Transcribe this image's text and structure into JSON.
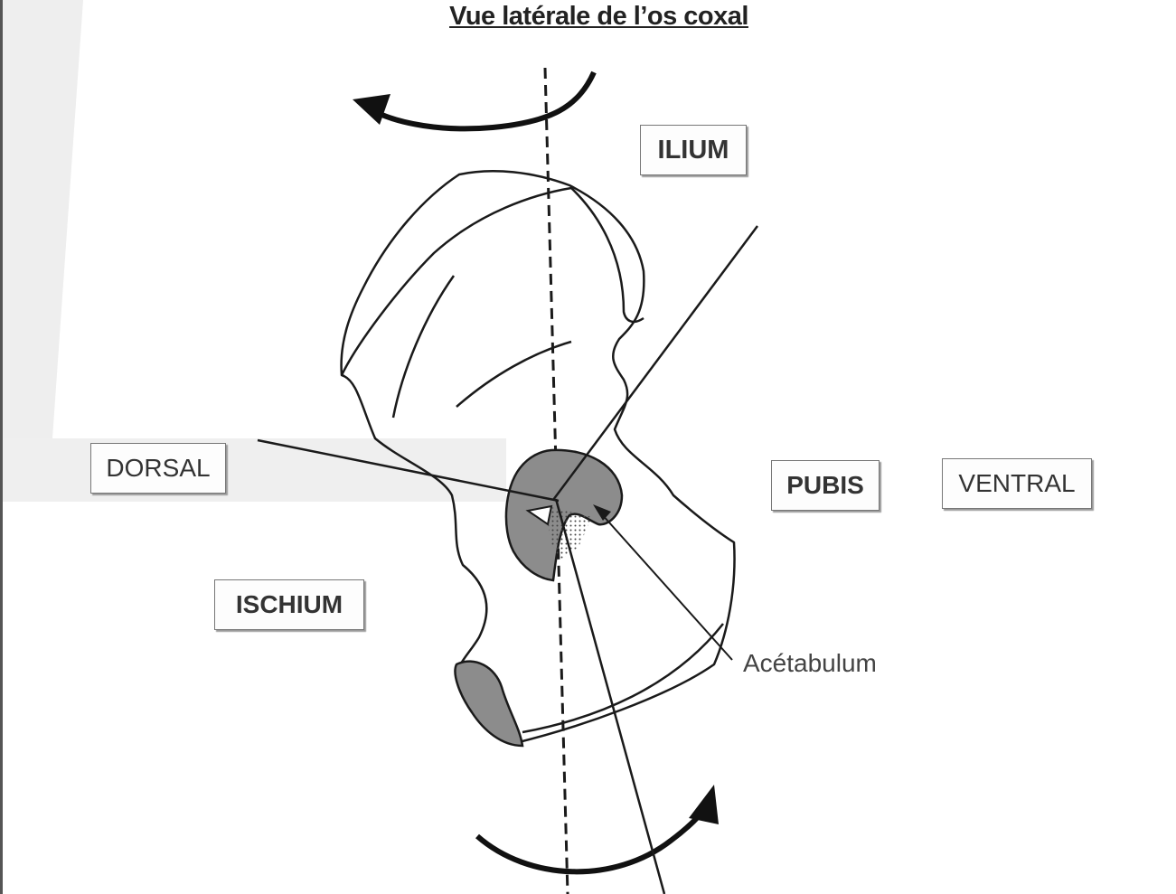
{
  "figure": {
    "title": "Vue latérale de l’os coxal",
    "labels": {
      "ilium": "ILIUM",
      "dorsal": "DORSAL",
      "pubis": "PUBIS",
      "ventral": "VENTRAL",
      "ischium": "ISCHIUM",
      "acetabulum": "Acétabulum"
    },
    "colors": {
      "stroke": "#1a1a1a",
      "shaded_region": "#8c8c8c",
      "box_border": "#777777",
      "background_tint": "#eeeeee"
    },
    "icons": [
      "rotation-arrow-top-icon",
      "rotation-arrow-bottom-icon",
      "label-pointer-arrow-icon"
    ]
  }
}
